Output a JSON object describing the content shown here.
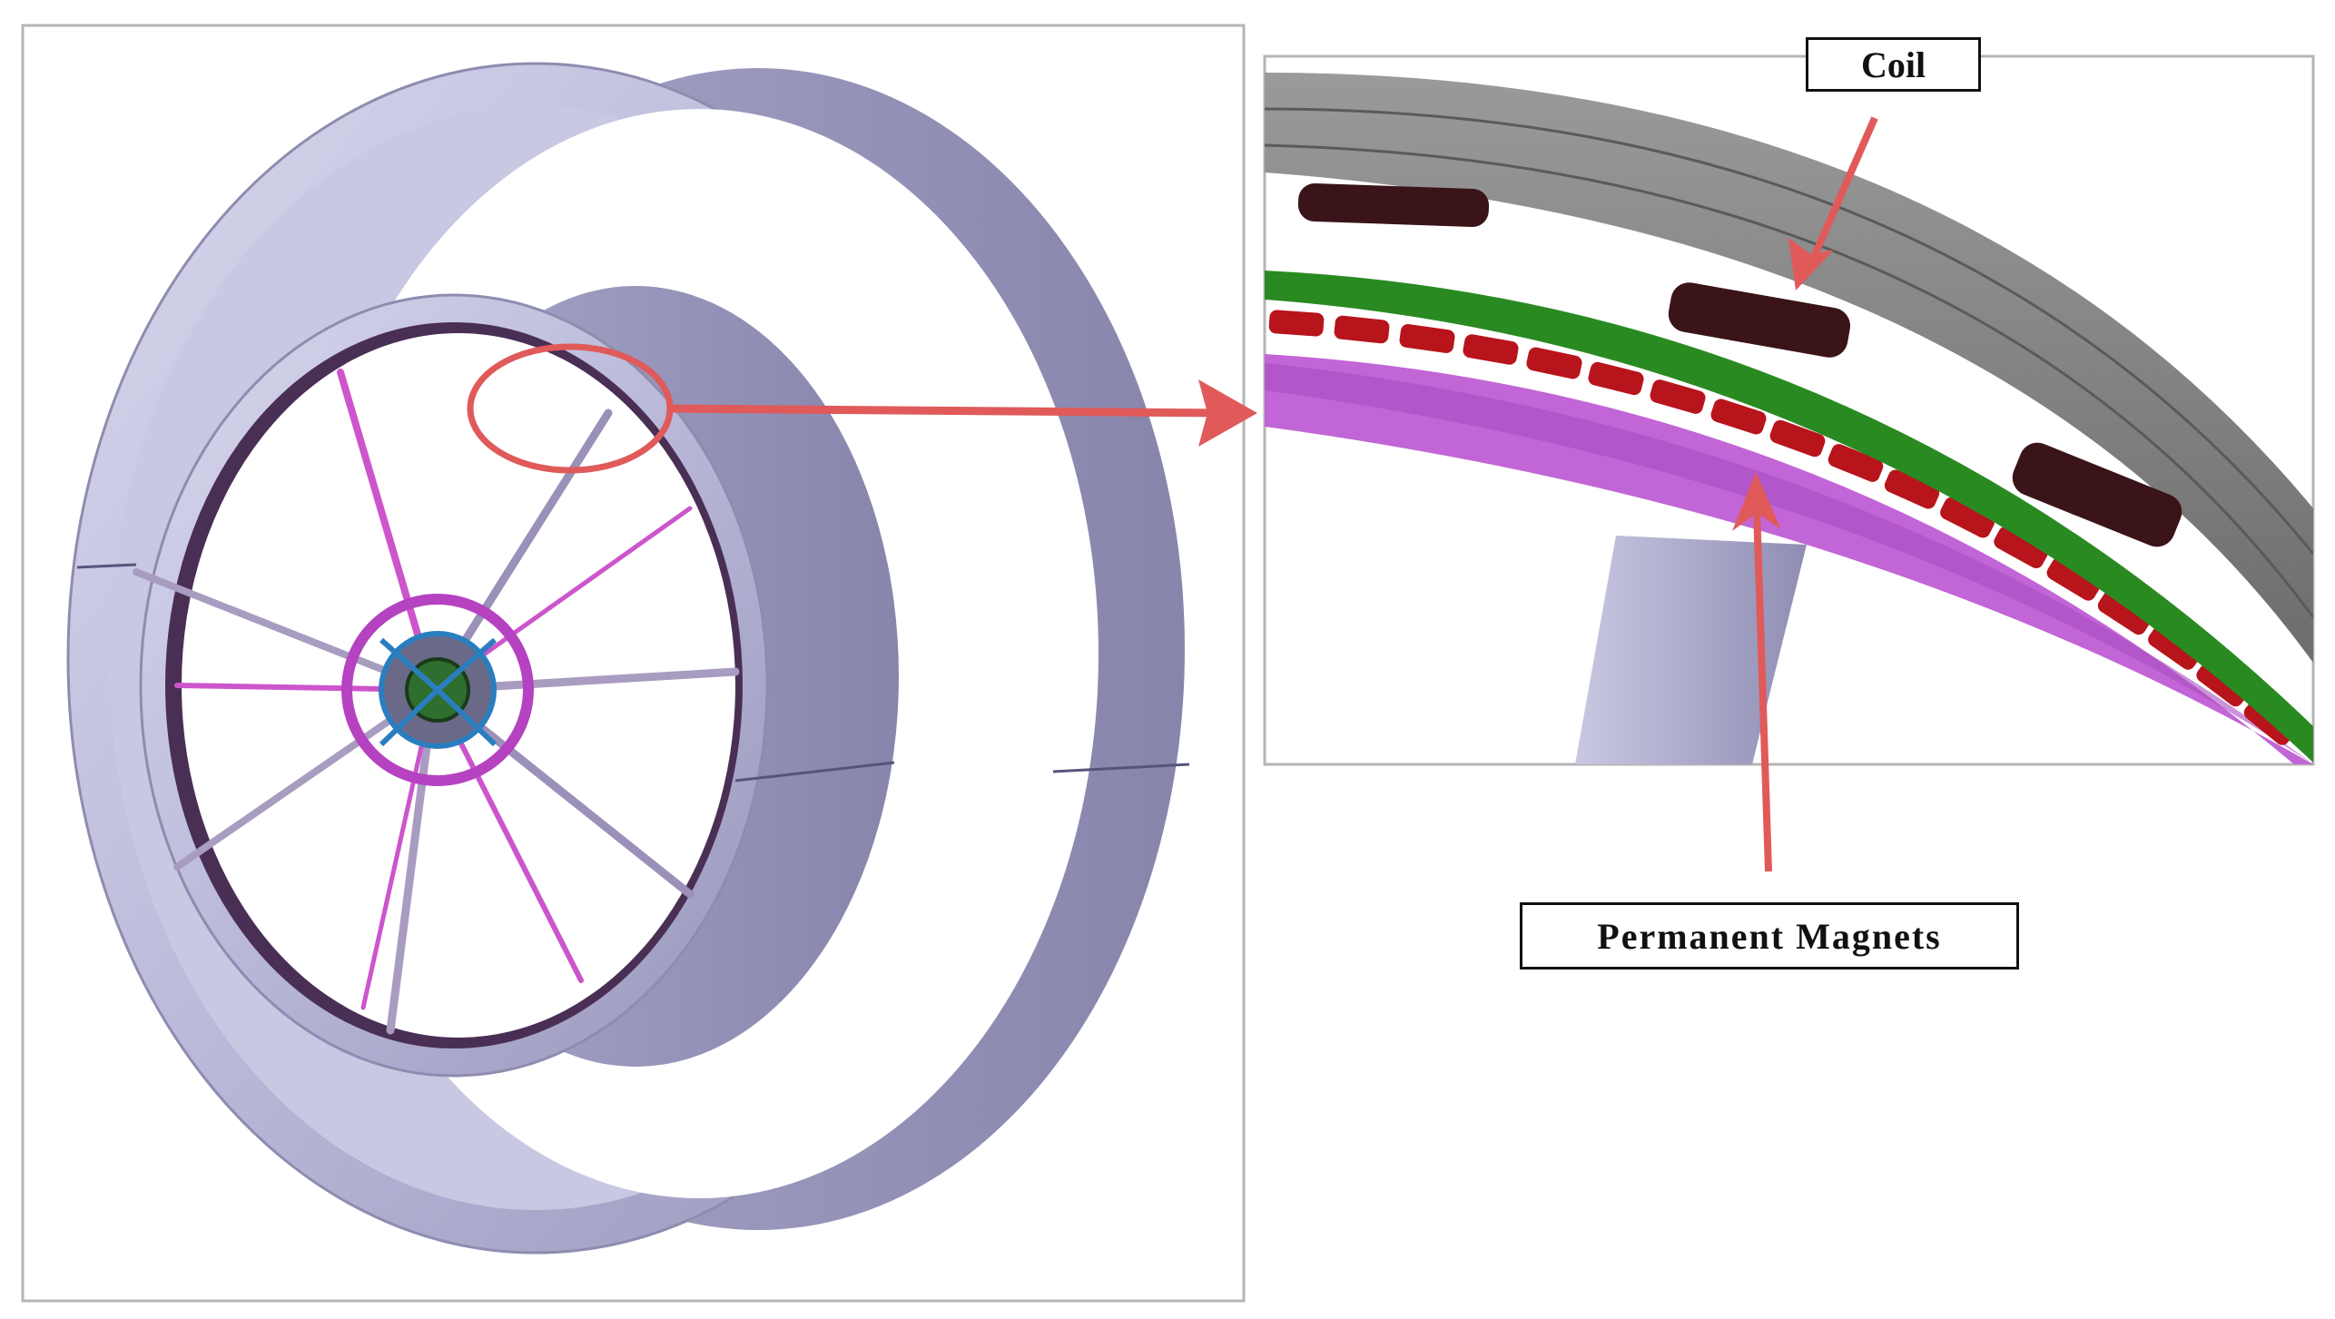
{
  "labels": {
    "coil": "Coil",
    "permanent_magnets": "Permanent Magnets"
  },
  "colors": {
    "casing": "#b9b8d8",
    "casing_dark": "#8e8caf",
    "annotation_red": "#e05a5a",
    "stator_ring": "#8a8a8a",
    "coil": "#3a1418",
    "rotor_band": "#2a8a22",
    "magnet": "#b8141c",
    "rotor_rim": "#c265d6",
    "spoke": "#cc55cc"
  },
  "icons": {
    "overview": "generator-assembly-3d-view",
    "detail": "magnet-coil-detail-view"
  }
}
